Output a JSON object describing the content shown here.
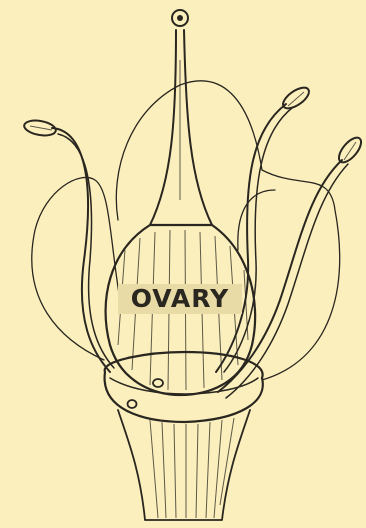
{
  "diagram": {
    "labels": {
      "ovary": "OVARY"
    },
    "parts": [
      "stigma",
      "style",
      "ovary",
      "petal",
      "stamen",
      "anther",
      "receptacle",
      "stalk"
    ],
    "colors": {
      "paper": "#fbf0bd",
      "ink": "#2a2620"
    }
  }
}
